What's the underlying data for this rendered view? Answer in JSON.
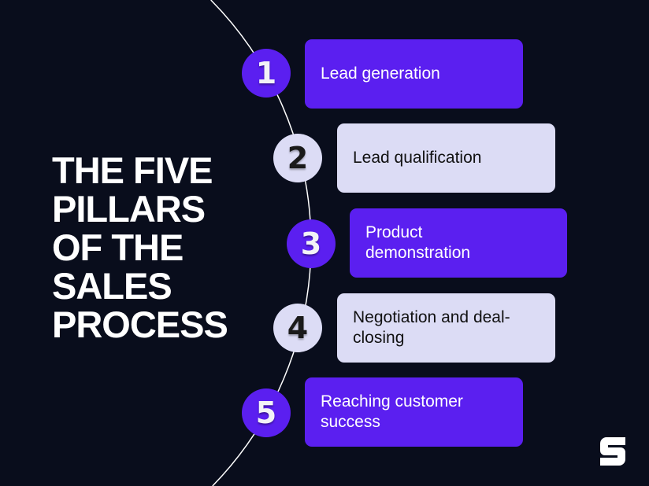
{
  "title": "THE FIVE PILLARS OF THE SALES PROCESS",
  "colors": {
    "background": "#090d1c",
    "accent": "#5b1ff0",
    "light": "#dcdcf5"
  },
  "steps": [
    {
      "number": "1",
      "label": "Lead generation",
      "style": "accent"
    },
    {
      "number": "2",
      "label": "Lead qualification",
      "style": "light"
    },
    {
      "number": "3",
      "label": "Product demonstration",
      "style": "accent"
    },
    {
      "number": "4",
      "label": "Negotiation and deal-closing",
      "style": "light"
    },
    {
      "number": "5",
      "label": "Reaching customer success",
      "style": "accent"
    }
  ],
  "logo": "S"
}
